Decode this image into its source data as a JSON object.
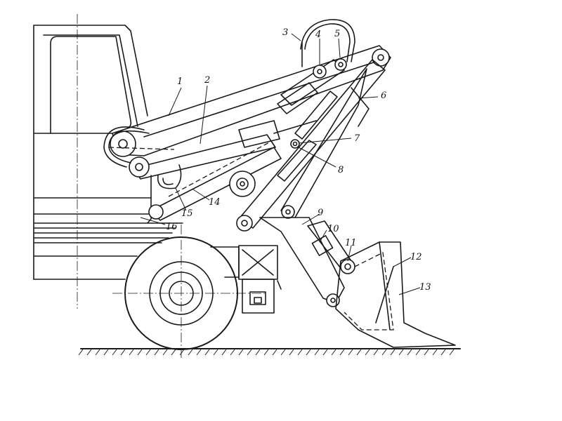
{
  "labels": [
    {
      "id": "label-1",
      "text": "1"
    },
    {
      "id": "label-2",
      "text": "2"
    },
    {
      "id": "label-3",
      "text": "3"
    },
    {
      "id": "label-4",
      "text": "4"
    },
    {
      "id": "label-5",
      "text": "5"
    },
    {
      "id": "label-6",
      "text": "6"
    },
    {
      "id": "label-7",
      "text": "7"
    },
    {
      "id": "label-8",
      "text": "8"
    },
    {
      "id": "label-9",
      "text": "9"
    },
    {
      "id": "label-10",
      "text": "10"
    },
    {
      "id": "label-11",
      "text": "11"
    },
    {
      "id": "label-12",
      "text": "12"
    },
    {
      "id": "label-13",
      "text": "13"
    },
    {
      "id": "label-14",
      "text": "14"
    },
    {
      "id": "label-15",
      "text": "15"
    },
    {
      "id": "label-16",
      "text": "16"
    }
  ]
}
